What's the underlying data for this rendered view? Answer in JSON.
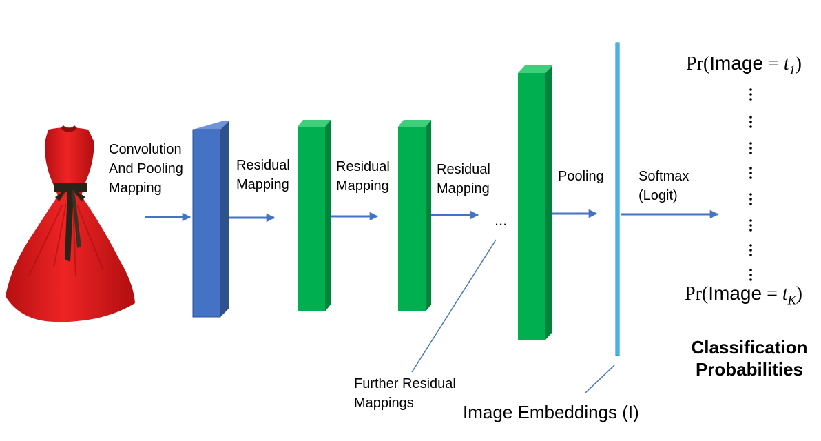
{
  "labels": {
    "conv_pool": [
      "Convolution",
      "And Pooling",
      "Mapping"
    ],
    "residual_1": [
      "Residual",
      "Mapping"
    ],
    "residual_2": [
      "Residual",
      "Mapping"
    ],
    "residual_3": [
      "Residual",
      "Mapping"
    ],
    "ellipsis": "...",
    "pooling": "Pooling",
    "softmax": [
      "Softmax",
      "(Logit)"
    ],
    "further": [
      "Further Residual",
      "Mappings"
    ],
    "embeddings": "Image Embeddings (I)",
    "classification": [
      "Classification",
      "Probabilities"
    ]
  },
  "prob_top": {
    "func": "Pr",
    "open": "(",
    "var": "Image",
    "eq": " = ",
    "t": "t",
    "sub": "1",
    "close": ")"
  },
  "prob_bottom": {
    "func": "Pr",
    "open": "(",
    "var": "Image",
    "eq": " = ",
    "t": "t",
    "sub": "K",
    "close": ")"
  },
  "colors": {
    "arrow": "#4472c4",
    "blue_block": "#4472c4",
    "green_block": "#00b050",
    "embedding_bar": "#41b6e6",
    "dress": "#e31d1d"
  },
  "icons": {
    "input_image": "red-dress-icon"
  }
}
